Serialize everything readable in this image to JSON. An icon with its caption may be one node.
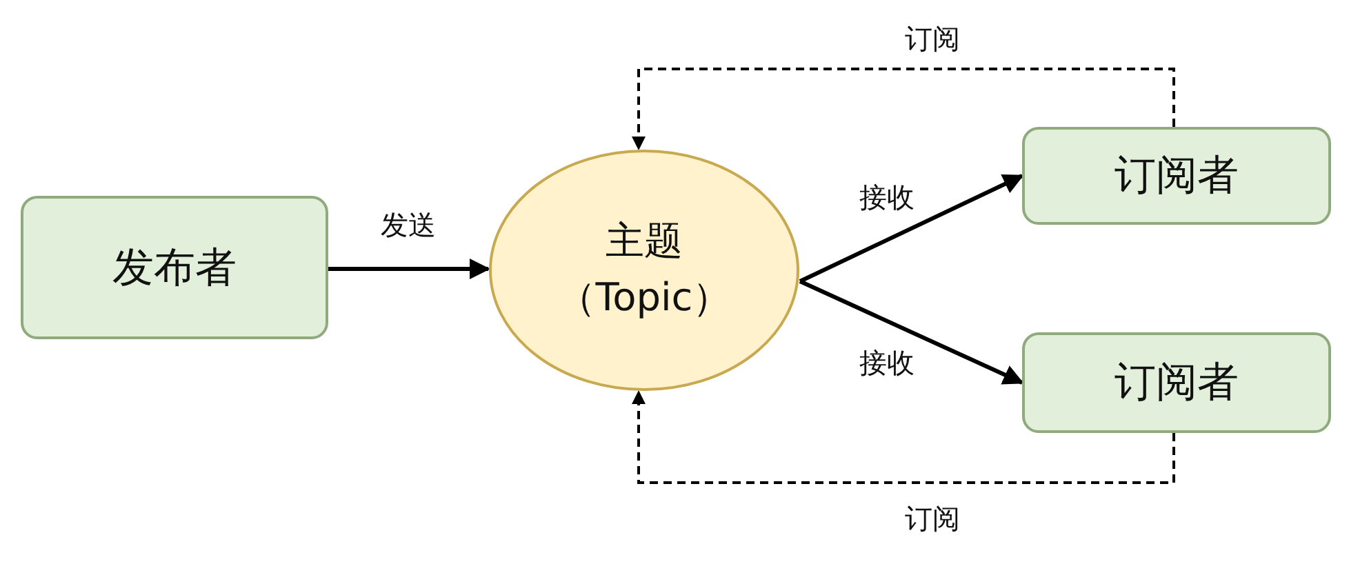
{
  "diagram": {
    "nodes": [
      {
        "text": [
          "发布者"
        ]
      },
      {
        "text": [
          "主题",
          "（Topic）"
        ]
      },
      {
        "text": [
          "订阅者"
        ]
      },
      {
        "text": [
          "订阅者"
        ]
      }
    ],
    "edges": [
      {
        "from": 0,
        "to": 1,
        "arrow": "to",
        "label": "发送"
      },
      {
        "from": 1,
        "to": 2,
        "arrow": "to",
        "label": "接收"
      },
      {
        "from": 1,
        "to": 3,
        "arrow": "to",
        "label": "接收"
      },
      {
        "from": 2,
        "to": 1,
        "arrow": "to",
        "label": "订阅",
        "style": "dashed"
      },
      {
        "from": 3,
        "to": 1,
        "arrow": "to",
        "label": "订阅",
        "style": "dashed"
      }
    ]
  }
}
